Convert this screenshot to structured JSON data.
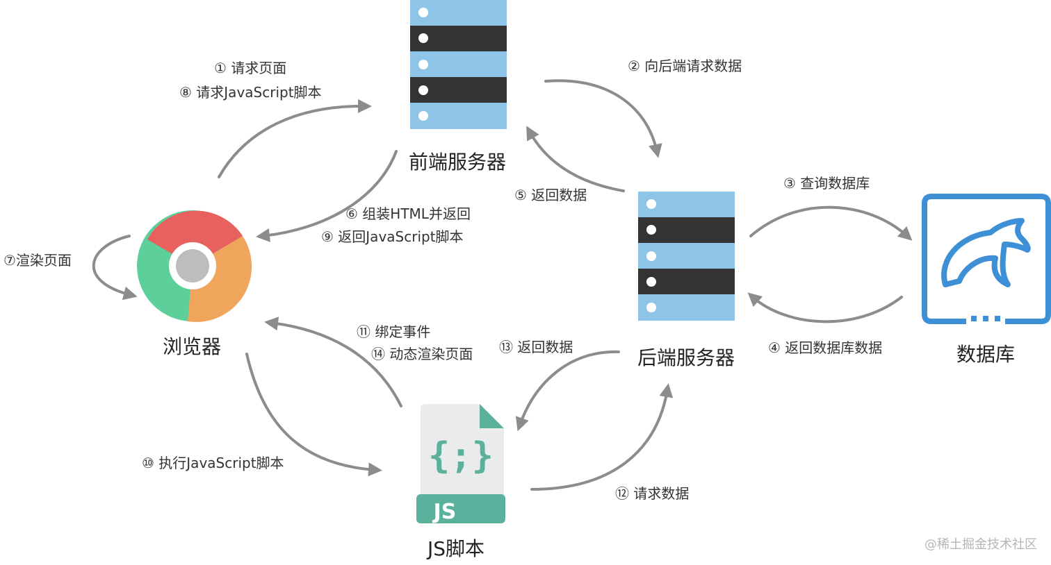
{
  "nodes": {
    "frontend": "前端服务器",
    "backend": "后端服务器",
    "database": "数据库",
    "browser": "浏览器",
    "js": "JS脚本"
  },
  "steps": {
    "s1": "① 请求页面",
    "s8": "⑧ 请求JavaScript脚本",
    "s2": "② 向后端请求数据",
    "s5": "⑤ 返回数据",
    "s3": "③ 查询数据库",
    "s4": "④ 返回数据库数据",
    "s6": "⑥ 组装HTML并返回",
    "s9": "⑨ 返回JavaScript脚本",
    "s7": "⑦渲染页面",
    "s11": "⑪ 绑定事件",
    "s14": "⑭ 动态渲染页面",
    "s13": "⑬ 返回数据",
    "s10": "⑩ 执行JavaScript脚本",
    "s12": "⑫ 请求数据"
  },
  "file_icon_label": "JS",
  "file_icon_glyph": "{;}",
  "watermark": "@稀土掘金技术社区",
  "colors": {
    "server_light": "#8ec4e8",
    "server_dark": "#333333",
    "arrow": "#8c8c8c",
    "db_blue": "#3d8fd6",
    "chrome_red": "#e8615f",
    "chrome_green": "#5ccf9b",
    "chrome_orange": "#f0a55d",
    "chrome_center": "#bdbdbd",
    "js_teal": "#5bb19c",
    "js_paper": "#e9eceb"
  }
}
